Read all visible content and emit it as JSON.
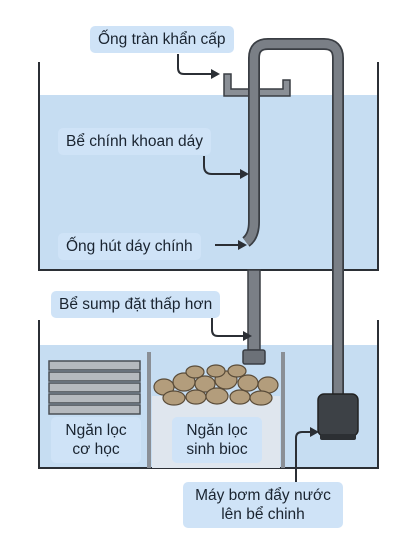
{
  "labels": {
    "emergency_overflow": "Ống tràn khẩn cấp",
    "main_tank": "Bể chính khoan dáy",
    "main_drain": "Ống hút dáy chính",
    "sump_tank": "Bể sump đặt thấp hơn",
    "mechanical_filter": {
      "line1": "Ngăn lọc",
      "line2": "cơ học"
    },
    "bio_filter": {
      "line1": "Ngăn lọc",
      "line2": "sinh bioc"
    },
    "return_pump": {
      "line1": "Máy bơm đẩy nước",
      "line2": "lên bể chinh"
    }
  },
  "colors": {
    "water": "#c6ddf2",
    "tank_outline": "#2b2f35",
    "pipe": "#6c7178",
    "pipe_outline": "#3a3e44",
    "label_bg": "#cfe3f7",
    "pump": "#3d4146",
    "rock": "#b39d7c"
  }
}
